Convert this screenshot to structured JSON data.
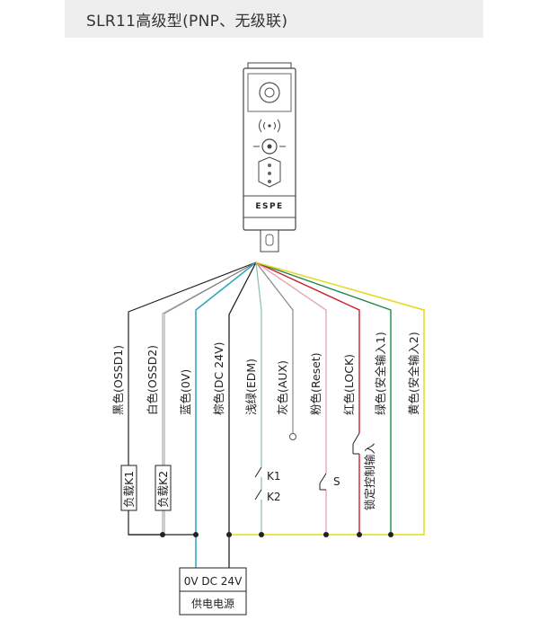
{
  "title": "SLR11高级型(PNP、无级联)",
  "device": {
    "brand": "ESPE"
  },
  "wires": [
    {
      "label": "黑色(OSSD1)",
      "color": "#222222"
    },
    {
      "label": "白色(OSSD2)",
      "color": "#999999"
    },
    {
      "label": "蓝色(0V)",
      "color": "#2aa6bd"
    },
    {
      "label": "棕色(DC 24V)",
      "color": "#222222"
    },
    {
      "label": "浅绿(EDM)",
      "color": "#8ec7a8"
    },
    {
      "label": "灰色(AUX)",
      "color": "#888888"
    },
    {
      "label": "粉色(Reset)",
      "color": "#e9a7b5"
    },
    {
      "label": "红色(LOCK)",
      "color": "#cc1f2f"
    },
    {
      "label": "绿色(安全输入1)",
      "color": "#1f8a4c"
    },
    {
      "label": "黄色(安全输入2)",
      "color": "#e5d81f"
    }
  ],
  "loads": [
    {
      "label": "负载K1"
    },
    {
      "label": "负载K2"
    }
  ],
  "contacts": {
    "k1": "K1",
    "k2": "K2",
    "s": "S"
  },
  "lock_input_label": "锁定控制输入",
  "power_supply": {
    "voltage": "0V DC 24V",
    "name": "供电电源"
  }
}
